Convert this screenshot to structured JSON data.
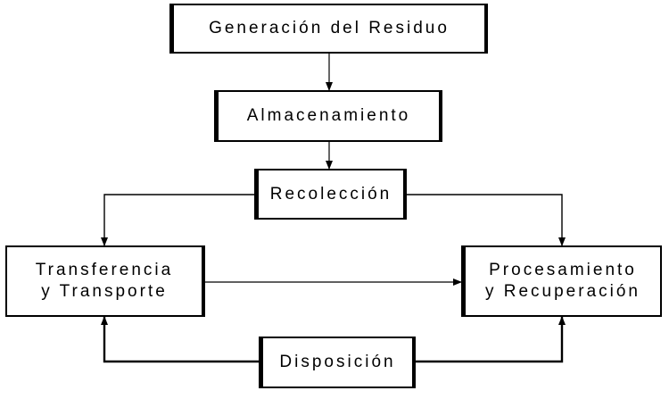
{
  "diagram": {
    "nodes": {
      "generacion": "Generación del Residuo",
      "almacenamiento": "Almacenamiento",
      "recoleccion": "Recolección",
      "transferencia": "Transferencia\ny Transporte",
      "procesamiento": "Procesamiento\ny Recuperación",
      "disposicion": "Disposición"
    },
    "colors": {
      "line": "#000000",
      "box_fill": "#ffffff"
    }
  }
}
